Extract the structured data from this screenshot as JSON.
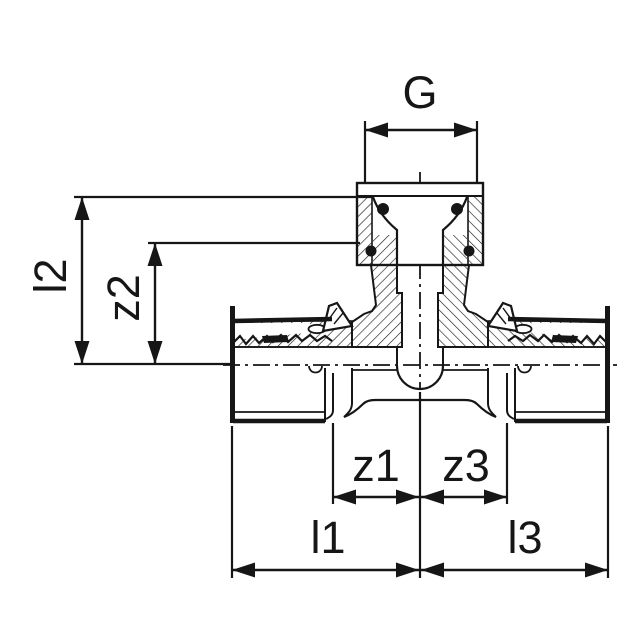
{
  "drawing": {
    "background_color": "#ffffff",
    "line_color": "#161616",
    "labels": {
      "g": "G",
      "l2": "l2",
      "z2": "z2",
      "z1": "z1",
      "z3": "z3",
      "l1": "l1",
      "l3": "l3"
    }
  }
}
